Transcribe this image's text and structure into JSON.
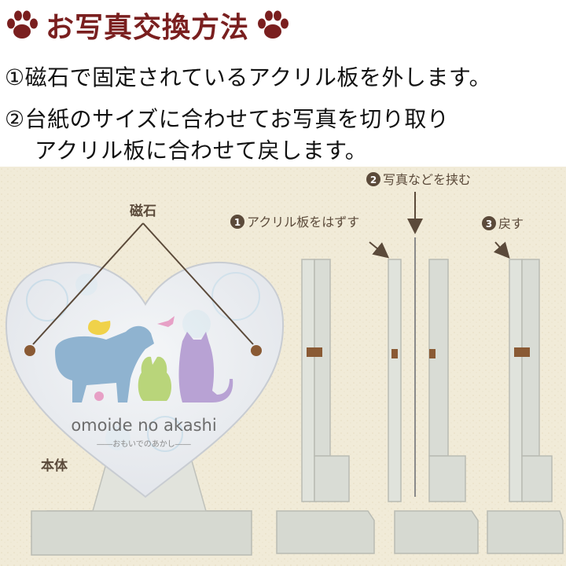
{
  "title": "お写真交換方法",
  "steps": [
    {
      "text": "①磁石で固定されているアクリル板を外します。"
    },
    {
      "text": "②台紙のサイズに合わせてお写真を切り取り"
    },
    {
      "text": "アクリル板に合わせて戻します。"
    }
  ],
  "illustration": {
    "magnet_label": "磁石",
    "body_label": "本体",
    "brand_main": "omoide no akashi",
    "brand_sub": "――おもいでのあかし――",
    "step_labels": [
      {
        "num": "1",
        "text": "アクリル板をはずす"
      },
      {
        "num": "2",
        "text": "写真などを挟む"
      },
      {
        "num": "3",
        "text": "戻す"
      }
    ]
  },
  "colors": {
    "title": "#7a1f1f",
    "paw": "#7a1f1f",
    "background_paper": "#f2ecd9",
    "arrow": "#5b4a3a",
    "magnet": "#8a5a34"
  }
}
